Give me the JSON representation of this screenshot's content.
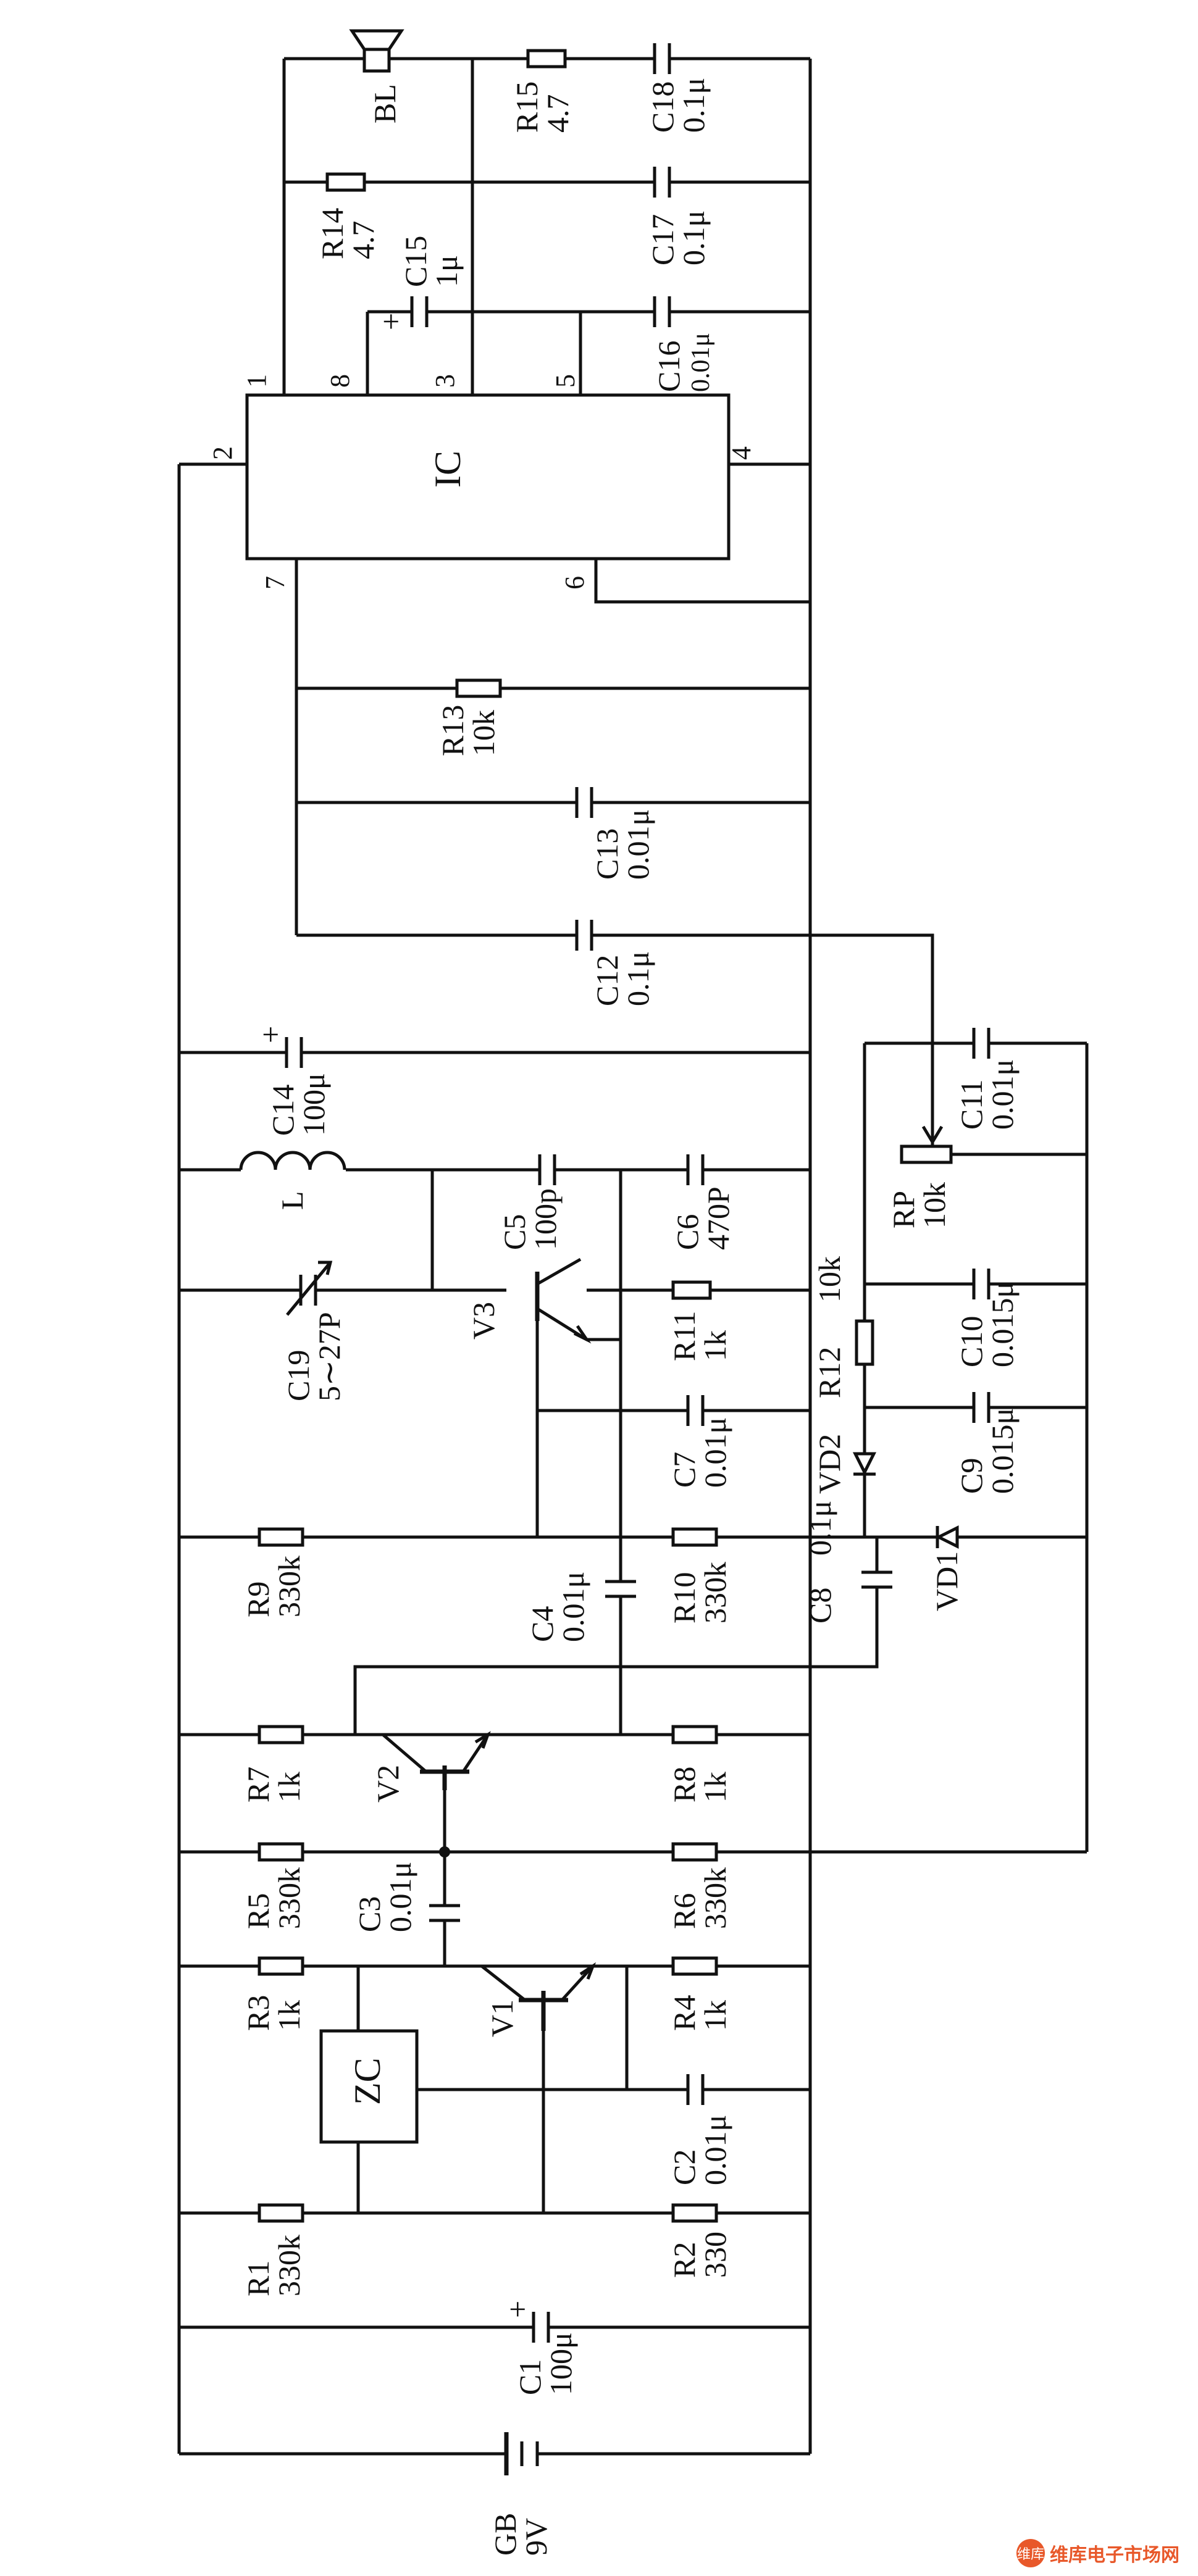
{
  "ic": {
    "label": "IC",
    "pins": [
      "1",
      "2",
      "3",
      "4",
      "5",
      "6",
      "7",
      "8"
    ]
  },
  "components": {
    "BL": {
      "name": "BL"
    },
    "R15": {
      "name": "R15",
      "value": "4.7"
    },
    "C18": {
      "name": "C18",
      "value": "0.1μ"
    },
    "R14": {
      "name": "R14",
      "value": "4.7"
    },
    "C17": {
      "name": "C17",
      "value": "0.1μ"
    },
    "C15": {
      "name": "C15",
      "value": "1μ",
      "polarity": "+"
    },
    "C16": {
      "name": "C16",
      "value": "0.01μ"
    },
    "R13": {
      "name": "R13",
      "value": "10k"
    },
    "C13": {
      "name": "C13",
      "value": "0.01μ"
    },
    "C12": {
      "name": "C12",
      "value": "0.1μ"
    },
    "C14": {
      "name": "C14",
      "value": "100μ",
      "polarity": "+"
    },
    "L": {
      "name": "L"
    },
    "C5": {
      "name": "C5",
      "value": "100p"
    },
    "C6": {
      "name": "C6",
      "value": "470P"
    },
    "C19": {
      "name": "C19",
      "value": "5∼27P"
    },
    "V3": {
      "name": "V3"
    },
    "R11": {
      "name": "R11",
      "value": "1k"
    },
    "C7": {
      "name": "C7",
      "value": "0.01μ"
    },
    "R9": {
      "name": "R9",
      "value": "330k"
    },
    "C4": {
      "name": "C4",
      "value": "0.01μ"
    },
    "R10": {
      "name": "R10",
      "value": "330k"
    },
    "C8": {
      "name": "C8",
      "value": "0.1μ"
    },
    "VD2": {
      "name": "VD2"
    },
    "VD1": {
      "name": "VD1"
    },
    "R12": {
      "name": "R12",
      "value": "10k"
    },
    "RP": {
      "name": "RP",
      "value": "10k"
    },
    "C11": {
      "name": "C11",
      "value": "0.01μ"
    },
    "C10": {
      "name": "C10",
      "value": "0.015μ"
    },
    "C9": {
      "name": "C9",
      "value": "0.015μ"
    },
    "R7": {
      "name": "R7",
      "value": "1k"
    },
    "V2": {
      "name": "V2"
    },
    "R8": {
      "name": "R8",
      "value": "1k"
    },
    "R5": {
      "name": "R5",
      "value": "330k"
    },
    "C3": {
      "name": "C3",
      "value": "0.01μ"
    },
    "R6": {
      "name": "R6",
      "value": "330k"
    },
    "R3": {
      "name": "R3",
      "value": "1k"
    },
    "V1": {
      "name": "V1"
    },
    "R4": {
      "name": "R4",
      "value": "1k"
    },
    "ZC": {
      "name": "ZC"
    },
    "C2": {
      "name": "C2",
      "value": "0.01μ"
    },
    "R1": {
      "name": "R1",
      "value": "330k"
    },
    "R2": {
      "name": "R2",
      "value": "330"
    },
    "C1": {
      "name": "C1",
      "value": "100μ",
      "polarity": "+"
    },
    "GB": {
      "name": "GB",
      "value": "9V"
    }
  },
  "watermark": {
    "logo": "维库",
    "text": "维库电子市场网"
  },
  "colors": {
    "ink": "#111111",
    "paper": "#ffffff",
    "watermark": "#e8582a"
  }
}
